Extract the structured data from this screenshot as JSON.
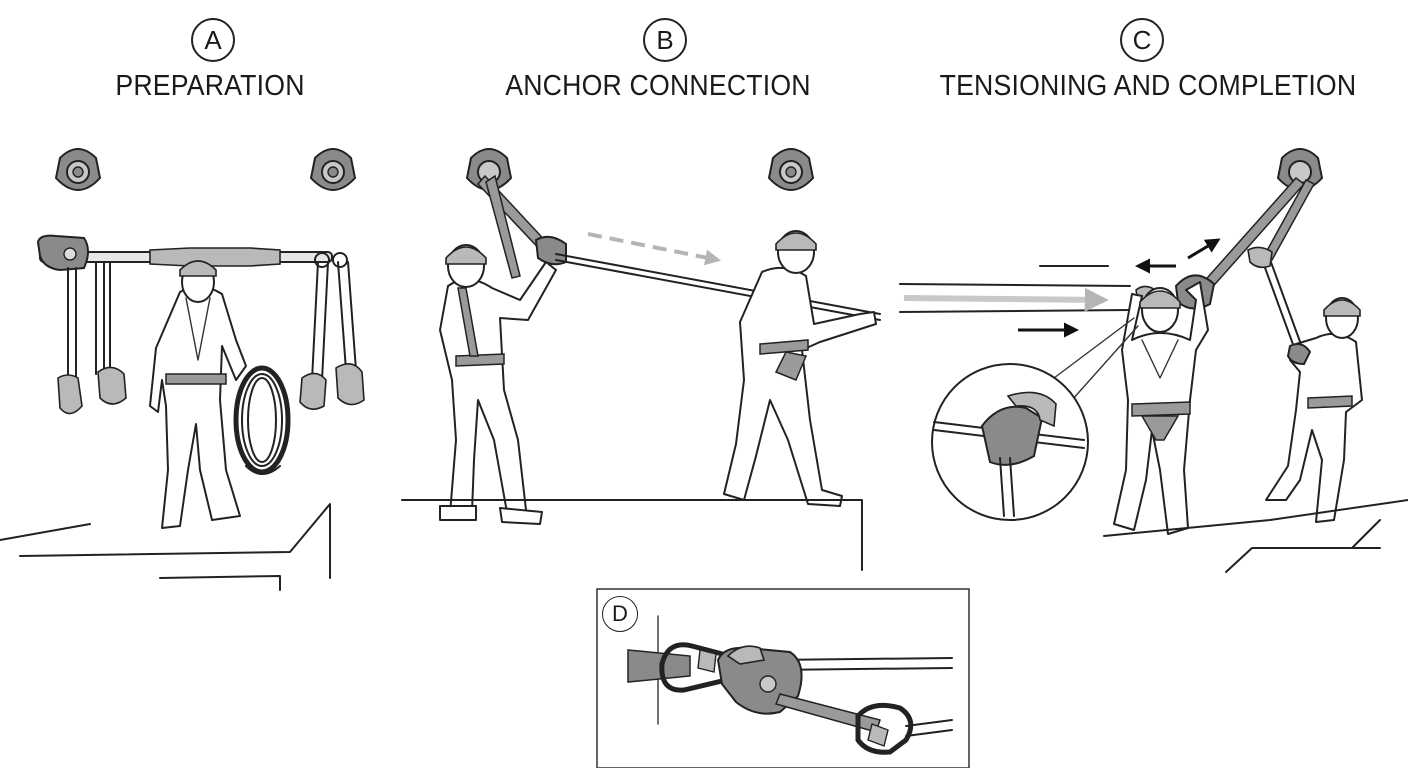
{
  "panels": [
    {
      "letter": "A",
      "title": "PREPARATION"
    },
    {
      "letter": "B",
      "title": "ANCHOR CONNECTION"
    },
    {
      "letter": "C",
      "title": "TENSIONING AND COMPLETION"
    }
  ],
  "inset": {
    "letter": "D"
  },
  "colors": {
    "line": "#222222",
    "metal": "#8a8a8a",
    "arrow_gray": "#b5b5b5",
    "arrow_black": "#111111"
  }
}
